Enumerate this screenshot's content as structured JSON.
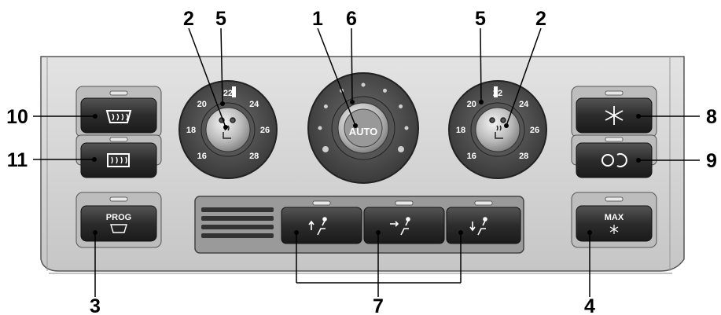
{
  "diagram": {
    "callouts": [
      {
        "id": "2-left",
        "label": "2"
      },
      {
        "id": "5-left",
        "label": "5"
      },
      {
        "id": "1",
        "label": "1"
      },
      {
        "id": "6",
        "label": "6"
      },
      {
        "id": "5-right",
        "label": "5"
      },
      {
        "id": "2-right",
        "label": "2"
      },
      {
        "id": "10",
        "label": "10"
      },
      {
        "id": "11",
        "label": "11"
      },
      {
        "id": "8",
        "label": "8"
      },
      {
        "id": "9",
        "label": "9"
      },
      {
        "id": "3",
        "label": "3"
      },
      {
        "id": "7",
        "label": "7"
      },
      {
        "id": "4",
        "label": "4"
      }
    ],
    "left_dial": {
      "temps": [
        "16",
        "18",
        "20",
        "22",
        "24",
        "26",
        "28"
      ]
    },
    "right_dial": {
      "temps": [
        "16",
        "18",
        "20",
        "22",
        "24",
        "26",
        "28"
      ]
    },
    "center_dial": {
      "label": "AUTO"
    },
    "buttons": {
      "prog_label": "PROG",
      "max_label": "MAX"
    },
    "colors": {
      "panel": "#d4d4d4",
      "button": "#3a3a3a",
      "dial_ring": "#7a7a7a",
      "indicator": "#e8e8e8"
    },
    "icons": {
      "left_top": "windscreen-heat-icon",
      "left_middle": "rear-window-heat-icon",
      "right_top": "snowflake-icon",
      "right_middle": "air-recirculation-icon",
      "seat_heat": "heated-seat-icon",
      "fan": "fan-icon",
      "distribution": [
        "air-upper-icon",
        "air-face-icon",
        "air-feet-icon"
      ]
    }
  }
}
